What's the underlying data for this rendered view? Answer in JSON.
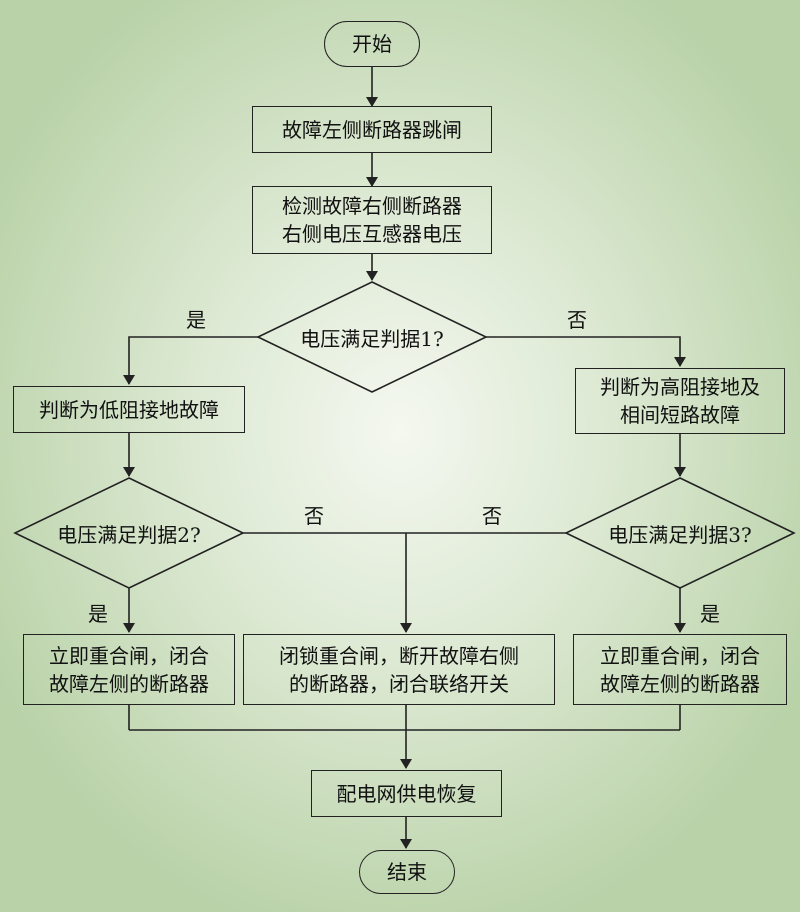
{
  "flowchart": {
    "start": "开始",
    "step_trip": "故障左侧断路器跳闸",
    "step_detect": [
      "检测故障右侧断路器",
      "右侧电压互感器电压"
    ],
    "decision1": "电压满足判据1?",
    "yes_label": "是",
    "no_label": "否",
    "left_result": "判断为低阻接地故障",
    "right_result": [
      "判断为高阻接地及",
      "相间短路故障"
    ],
    "decision2": "电压满足判据2?",
    "decision3": "电压满足判据3?",
    "left_action": [
      "立即重合闸，闭合",
      "故障左侧的断路器"
    ],
    "center_action": [
      "闭锁重合闸，断开故障右侧",
      "的断路器，闭合联络开关"
    ],
    "right_action": [
      "立即重合闸，闭合",
      "故障左侧的断路器"
    ],
    "restore": "配电网供电恢复",
    "end": "结束"
  }
}
